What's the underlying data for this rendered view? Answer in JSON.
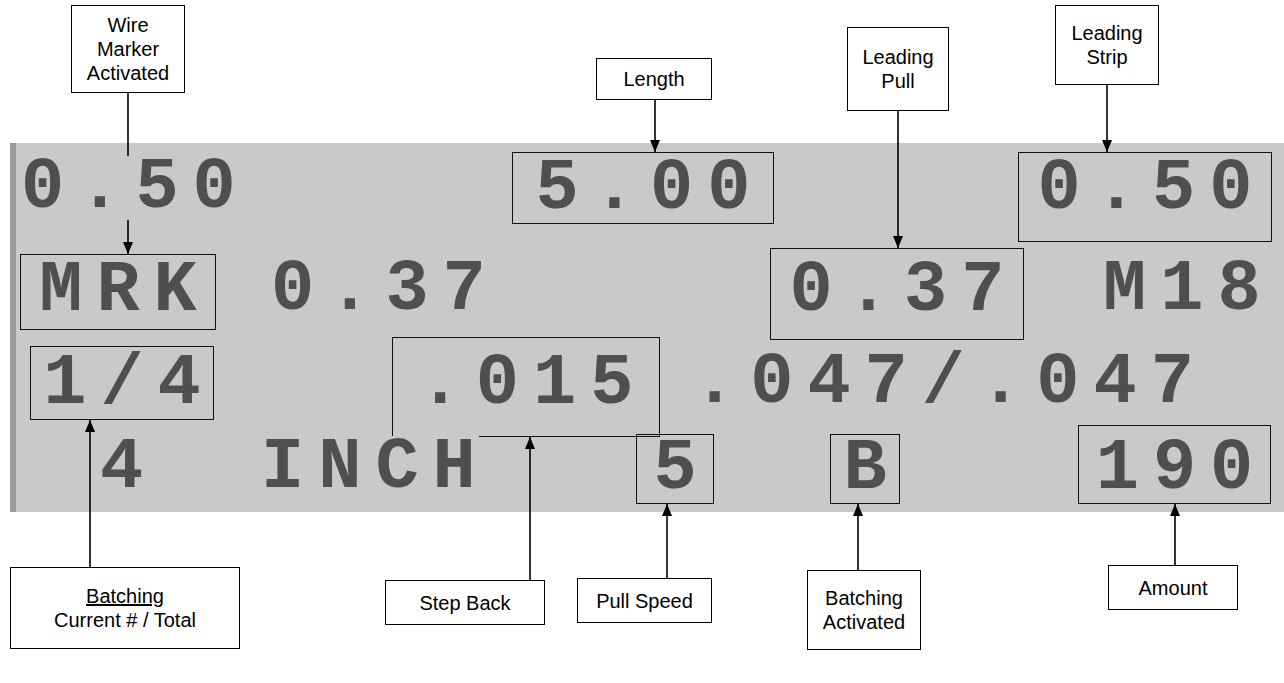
{
  "diagram": {
    "nodes": [
      {
        "text": [
          "Wire Marker Activated"
        ]
      },
      {
        "text": [
          "Length"
        ]
      },
      {
        "text": [
          "Leading Pull"
        ]
      },
      {
        "text": [
          "Leading Strip"
        ]
      },
      {
        "text": [
          "5.00"
        ]
      },
      {
        "text": [
          "0.50"
        ]
      },
      {
        "text": [
          "MRK"
        ]
      },
      {
        "text": [
          "0.37"
        ]
      },
      {
        "text": [
          "1/4"
        ]
      },
      {
        "text": [
          ".015"
        ]
      },
      {
        "text": [
          "5"
        ]
      },
      {
        "text": [
          "B"
        ]
      },
      {
        "text": [
          "190"
        ]
      },
      {
        "text": [
          "Batching",
          "Current # / Total"
        ]
      },
      {
        "text": [
          "Step Back"
        ]
      },
      {
        "text": [
          "Pull Speed"
        ]
      },
      {
        "text": [
          "Batching Activated"
        ]
      },
      {
        "text": [
          "Amount"
        ]
      }
    ],
    "edges": [
      {
        "from": 0,
        "to": 6,
        "arrow": "to"
      },
      {
        "from": 1,
        "to": 4,
        "arrow": "to"
      },
      {
        "from": 2,
        "to": 7,
        "arrow": "to"
      },
      {
        "from": 3,
        "to": 5,
        "arrow": "to"
      },
      {
        "from": 13,
        "to": 8,
        "arrow": "to"
      },
      {
        "from": 14,
        "to": 9,
        "arrow": "to"
      },
      {
        "from": 15,
        "to": 10,
        "arrow": "to"
      },
      {
        "from": 16,
        "to": 11,
        "arrow": "to"
      },
      {
        "from": 17,
        "to": 12,
        "arrow": "to"
      }
    ],
    "labels": [
      "0.50",
      "0.37",
      "M18",
      ".047/.047",
      "4",
      "INCH"
    ]
  }
}
